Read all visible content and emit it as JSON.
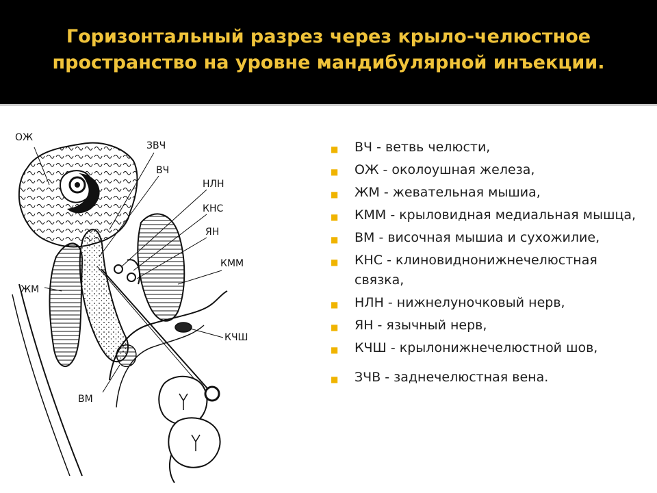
{
  "slide": {
    "title": "Горизонтальный разрез через крыло-челюстное пространство на уровне мандибулярной инъекции.",
    "accent_color": "#f0c33a",
    "bullet_color": "#f0b400"
  },
  "diagram": {
    "labels": {
      "ozh": "ОЖ",
      "zvch": "ЗВЧ",
      "vch": "ВЧ",
      "nln": "НЛН",
      "kns": "КНС",
      "yan": "ЯН",
      "kmm": "КММ",
      "zhm": "ЖМ",
      "kchsh": "КЧШ",
      "vm": "ВМ"
    }
  },
  "legend": [
    "ВЧ - ветвь челюсти,",
    "ОЖ - околоушная железа,",
    "ЖМ - жевательная мышиа,",
    "КММ - крыловидная медиальная мышца,",
    "ВМ - височная мышиа и сухожилие,",
    "КНС - клиновиднонижнечелюстная связка,",
    "НЛН - нижнелуночковый нерв,",
    " ЯН - язычный нерв,",
    " КЧШ - крылонижнечелюстной шов,",
    "ЗЧВ - заднечелюстная вена."
  ]
}
